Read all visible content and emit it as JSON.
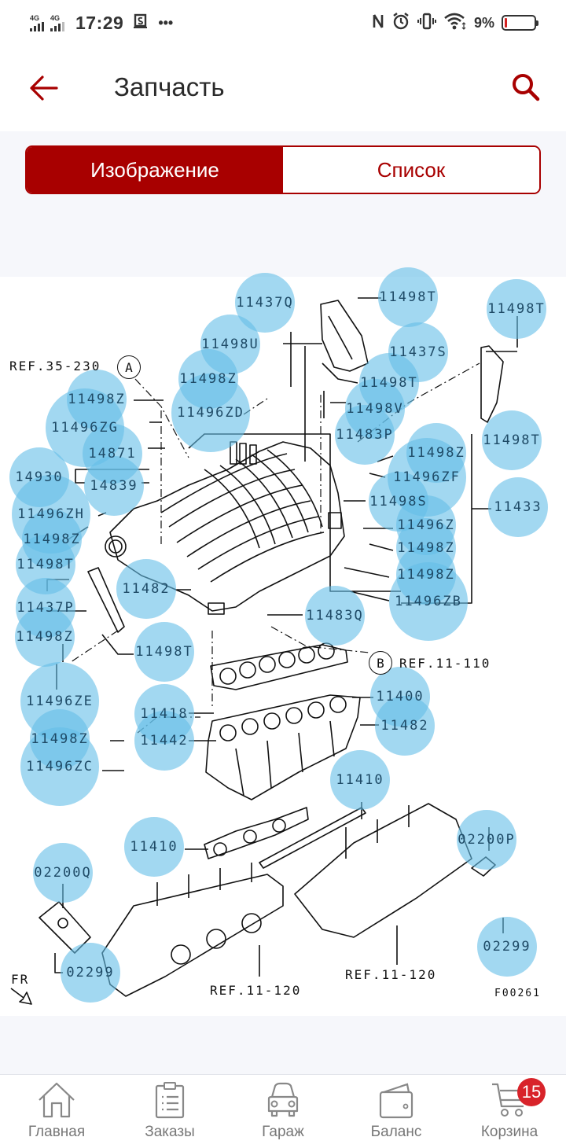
{
  "status_bar": {
    "network1": "4G",
    "network2": "4G",
    "time": "17:29",
    "more": "•••",
    "battery_percent": "9%",
    "icons": [
      "nfc-icon",
      "alarm-icon",
      "vibrate-icon",
      "wifi-icon",
      "battery-icon",
      "screenshot-icon"
    ]
  },
  "header": {
    "title": "Запчасть",
    "back_icon": "arrow-left-icon",
    "search_icon": "search-icon"
  },
  "segment": {
    "options": [
      "Изображение",
      "Список"
    ],
    "selected": "Изображение"
  },
  "colors": {
    "brand": "#a80000",
    "hotspot": "#64bee8",
    "badge": "#d8232a"
  },
  "diagram": {
    "figure_code": "F00261",
    "direction_label": "FR",
    "refs": {
      "ref_a": "REF.35-230",
      "letter_a": "A",
      "ref_b": "REF.11-110",
      "letter_b": "B",
      "ref_c": "REF.11-120",
      "ref_d": "REF.11-120"
    },
    "callouts": [
      {
        "id": "c1",
        "label": "11437Q"
      },
      {
        "id": "c2",
        "label": "11498T"
      },
      {
        "id": "c3",
        "label": "11498T"
      },
      {
        "id": "c4",
        "label": "11498U"
      },
      {
        "id": "c5",
        "label": "11437S"
      },
      {
        "id": "c6",
        "label": "11498Z"
      },
      {
        "id": "c7",
        "label": "11498T"
      },
      {
        "id": "c8",
        "label": "11498Z"
      },
      {
        "id": "c9",
        "label": "11496ZD"
      },
      {
        "id": "c10",
        "label": "11498V"
      },
      {
        "id": "c11",
        "label": "11496ZG"
      },
      {
        "id": "c12",
        "label": "11483P"
      },
      {
        "id": "c13",
        "label": "11498T"
      },
      {
        "id": "c14",
        "label": "14871"
      },
      {
        "id": "c15",
        "label": "11498Z"
      },
      {
        "id": "c16",
        "label": "14930"
      },
      {
        "id": "c17",
        "label": "14839"
      },
      {
        "id": "c18",
        "label": "11496ZF"
      },
      {
        "id": "c19",
        "label": "11498S"
      },
      {
        "id": "c20",
        "label": "11433"
      },
      {
        "id": "c21",
        "label": "11496ZH"
      },
      {
        "id": "c22",
        "label": "11496Z"
      },
      {
        "id": "c23",
        "label": "11498Z"
      },
      {
        "id": "c24",
        "label": "11498Z"
      },
      {
        "id": "c25",
        "label": "11498T"
      },
      {
        "id": "c26",
        "label": "11482"
      },
      {
        "id": "c27",
        "label": "11498Z"
      },
      {
        "id": "c28",
        "label": "11437P"
      },
      {
        "id": "c29",
        "label": "11496ZB"
      },
      {
        "id": "c30",
        "label": "11483Q"
      },
      {
        "id": "c31",
        "label": "11498Z"
      },
      {
        "id": "c32",
        "label": "11498T"
      },
      {
        "id": "c33",
        "label": "11400"
      },
      {
        "id": "c34",
        "label": "11496ZE"
      },
      {
        "id": "c35",
        "label": "11418"
      },
      {
        "id": "c36",
        "label": "11482"
      },
      {
        "id": "c37",
        "label": "11498Z"
      },
      {
        "id": "c38",
        "label": "11442"
      },
      {
        "id": "c39",
        "label": "11496ZC"
      },
      {
        "id": "c40",
        "label": "11410"
      },
      {
        "id": "c41",
        "label": "11410"
      },
      {
        "id": "c42",
        "label": "02200P"
      },
      {
        "id": "c43",
        "label": "02200Q"
      },
      {
        "id": "c44",
        "label": "02299"
      },
      {
        "id": "c45",
        "label": "02299"
      }
    ]
  },
  "bottom_nav": {
    "items": [
      {
        "label": "Главная",
        "icon": "home-icon"
      },
      {
        "label": "Заказы",
        "icon": "clipboard-icon"
      },
      {
        "label": "Гараж",
        "icon": "car-icon"
      },
      {
        "label": "Баланс",
        "icon": "wallet-icon"
      },
      {
        "label": "Корзина",
        "icon": "cart-icon",
        "badge": "15"
      }
    ]
  }
}
